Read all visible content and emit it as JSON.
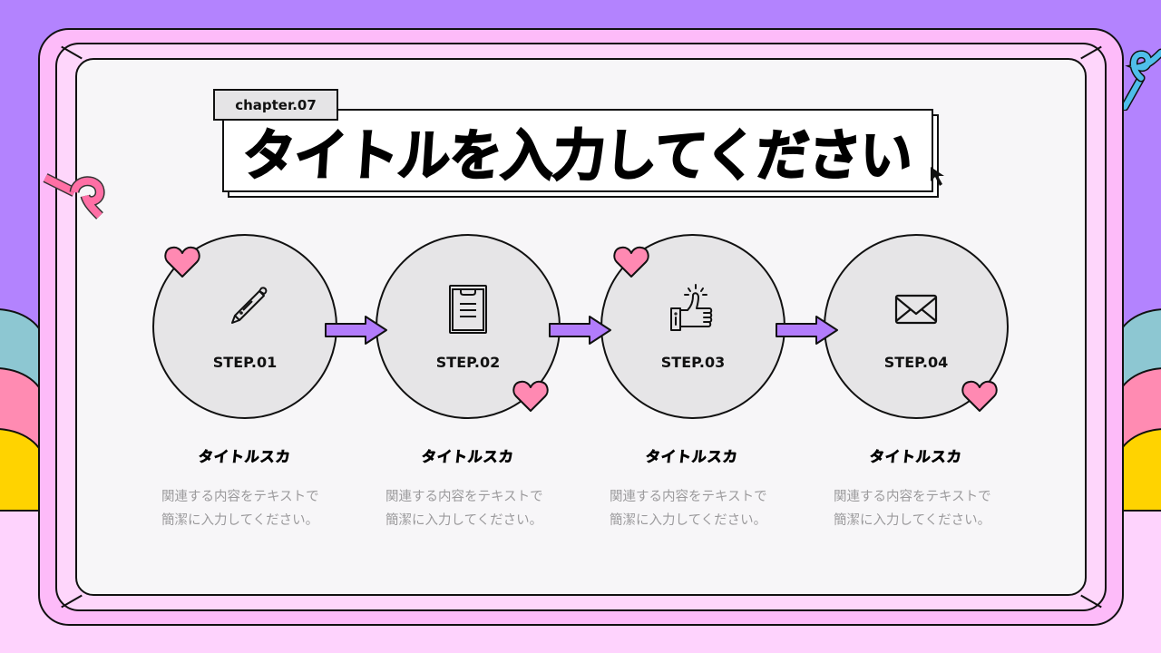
{
  "slide": {
    "chapter": "chapter.07",
    "title": "タイトルを入力してください"
  },
  "colors": {
    "background_purple": "#b383fe",
    "frame_pink": "#fdbbf9",
    "frame_light_pink": "#fed6fb",
    "panel": "#f7f6f8",
    "circle_fill": "#e6e5e7",
    "arrow_purple": "#b27cfb",
    "heart_pink": "#ff89b2",
    "ribbon_pink": "#ff6fa5",
    "ribbon_blue": "#4fbeea",
    "bump_teal": "#8dc7d2",
    "bump_pink": "#ff8bb2",
    "bump_yellow": "#ffd300",
    "desc_gray": "#9b9a9c"
  },
  "steps": [
    {
      "label": "STEP.01",
      "icon": "pencil-icon",
      "title": "タイトルスカ",
      "desc_line1": "関連する内容をテキストで",
      "desc_line2": "簡潔に入力してください。"
    },
    {
      "label": "STEP.02",
      "icon": "clipboard-icon",
      "title": "タイトルスカ",
      "desc_line1": "関連する内容をテキストで",
      "desc_line2": "簡潔に入力してください。"
    },
    {
      "label": "STEP.03",
      "icon": "thumbs-up-icon",
      "title": "タイトルスカ",
      "desc_line1": "関連する内容をテキストで",
      "desc_line2": "簡潔に入力してください。"
    },
    {
      "label": "STEP.04",
      "icon": "envelope-icon",
      "title": "タイトルスカ",
      "desc_line1": "関連する内容をテキストで",
      "desc_line2": "簡潔に入力してください。"
    }
  ]
}
